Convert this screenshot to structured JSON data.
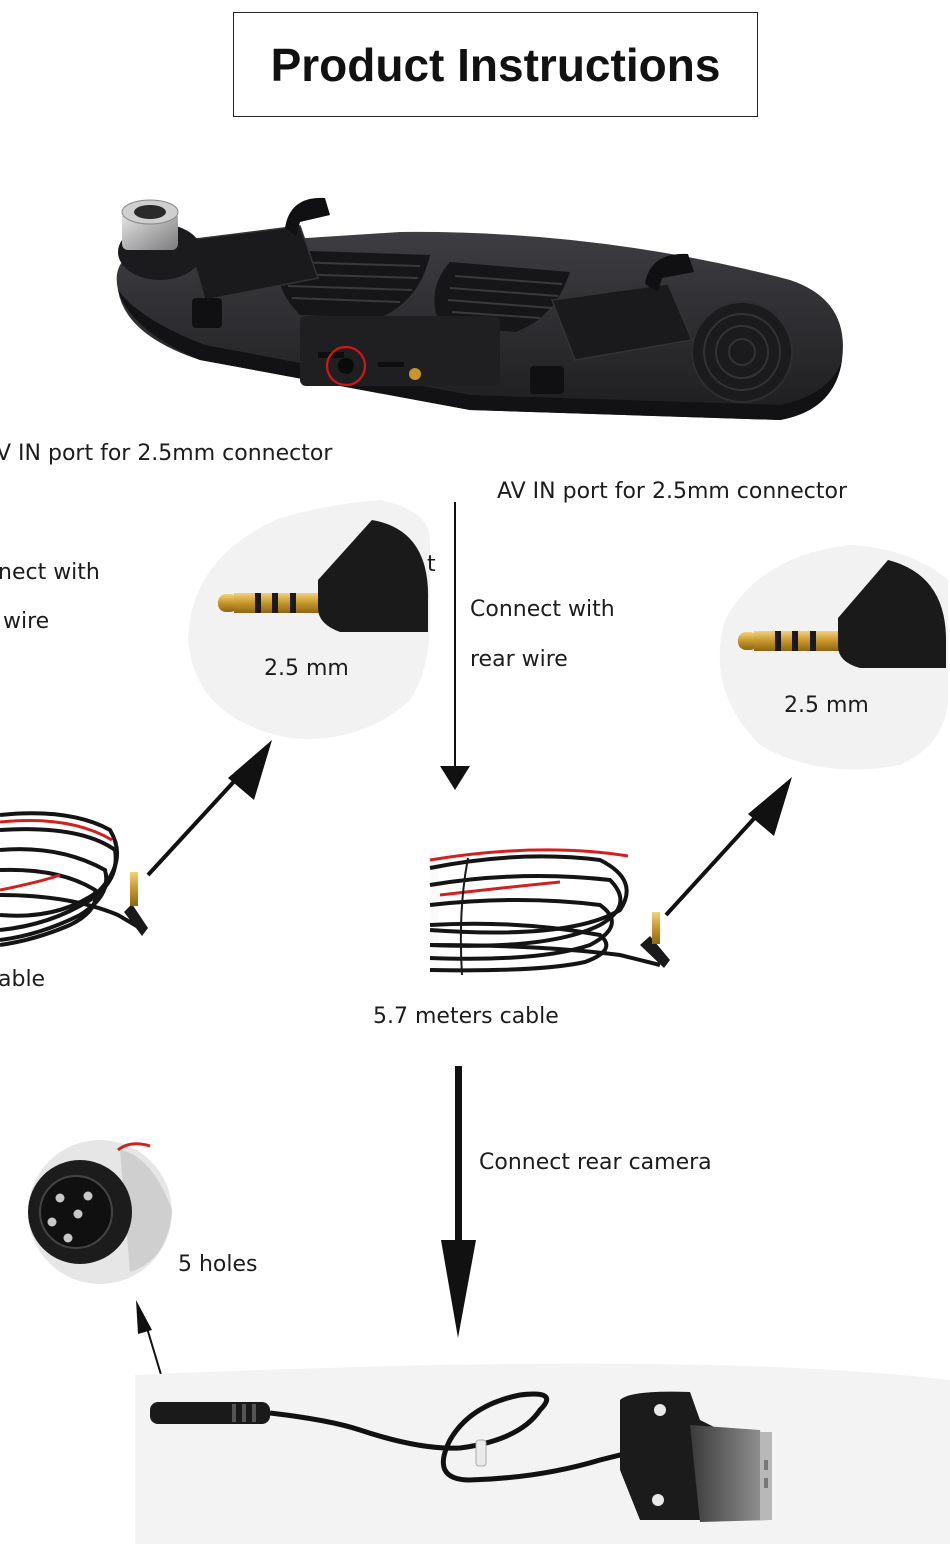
{
  "title": "Product Instructions",
  "labels": {
    "left_port": "V IN port for 2.5mm connector",
    "right_port": "AV IN port for 2.5mm connector",
    "left_connect_1": "nect with",
    "left_connect_2": "wire",
    "right_connect_1": "Connect with",
    "right_connect_2": "rear wire",
    "left_size": "2.5 mm",
    "right_size": "2.5 mm",
    "stray_char": "t",
    "left_cable": "able",
    "right_cable": "5.7 meters cable",
    "connect_camera": "Connect rear camera",
    "holes": "5 holes"
  },
  "colors": {
    "device": "#2a2a2c",
    "cable": "#141414",
    "red_wire": "#d22020",
    "gold": "#d4a42a",
    "highlight": "#d01818"
  }
}
